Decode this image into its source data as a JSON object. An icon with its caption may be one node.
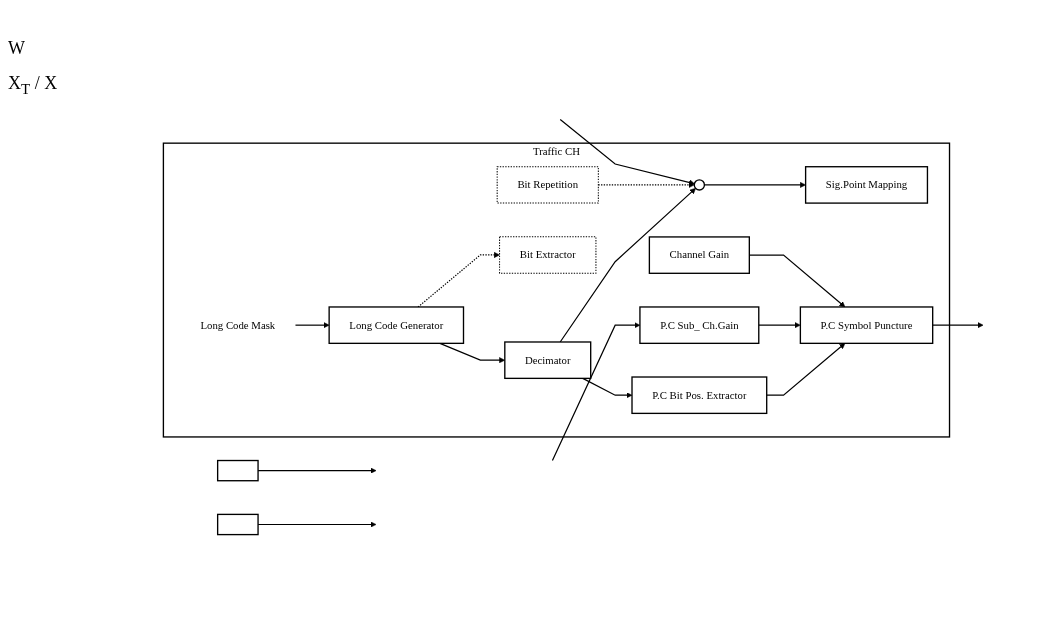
{
  "diagram": {
    "nodes": [
      {
        "text": [
          "Traffic CH"
        ]
      },
      {
        "text": [],
        "shape": "circle",
        "in": 0
      },
      {
        "text": [
          "Sig.Point Mapping"
        ],
        "in": 0
      },
      {
        "text": [
          "Channel Gain"
        ],
        "in": 0
      },
      {
        "text": [
          "P.C Symbol Puncture"
        ],
        "in": 0
      },
      {
        "text": [
          "P.C Sub_ Ch.Gain"
        ],
        "in": 0
      },
      {
        "text": [
          "Bit Repetition"
        ],
        "in": 0
      },
      {
        "text": [
          "Bit Extractor"
        ],
        "in": 0
      },
      {
        "text": [
          "Long Code Generator"
        ],
        "in": 0
      },
      {
        "text": [
          "Decimator"
        ],
        "in": 0
      },
      {
        "text": [
          "P.C Bit Pos. Extractor"
        ],
        "in": 0
      },
      {
        "text": [
          "Long Code Mask"
        ],
        "in": 0
      },
      {
        "text": [],
        "shape": "box"
      },
      {
        "text": [],
        "shape": "box"
      }
    ],
    "edges": [
      {
        "from": null,
        "to": 1,
        "arrow": "to"
      },
      {
        "from": 1,
        "to": 2,
        "arrow": "to"
      },
      {
        "from": 3,
        "to": 4,
        "arrow": "to"
      },
      {
        "from": null,
        "to": 5,
        "arrow": "to"
      },
      {
        "from": 5,
        "to": 4,
        "arrow": "to"
      },
      {
        "from": 8,
        "to": 9,
        "arrow": "to"
      },
      {
        "from": 8,
        "to": 7,
        "arrow": "to",
        "style": "dashed"
      },
      {
        "from": 6,
        "to": 1,
        "arrow": "to",
        "style": "dashed"
      },
      {
        "from": 9,
        "to": 1,
        "arrow": "to"
      },
      {
        "from": 9,
        "to": 10,
        "arrow": "to"
      },
      {
        "from": 10,
        "to": 4,
        "arrow": "to"
      },
      {
        "from": 11,
        "to": 8,
        "arrow": "to"
      },
      {
        "from": 4,
        "to": null,
        "arrow": "to"
      },
      {
        "from": 12,
        "to": null,
        "arrow": "to"
      },
      {
        "from": 13,
        "to": null,
        "arrow": "to"
      }
    ],
    "labels": [
      "W",
      "X$_{T}$ / X"
    ]
  }
}
